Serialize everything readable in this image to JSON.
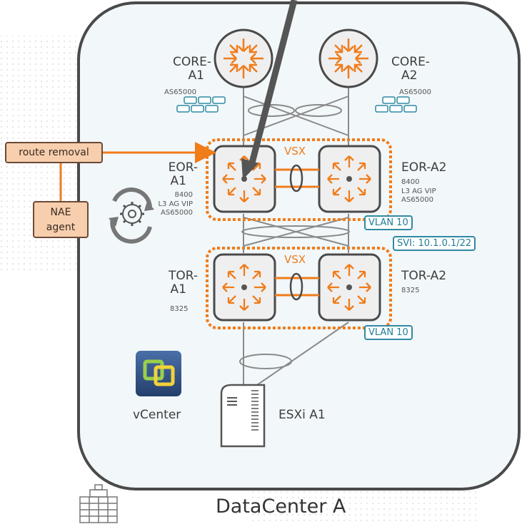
{
  "core": [
    {
      "name_line1": "CORE-",
      "name_line2": "A1",
      "asn": "AS65000"
    },
    {
      "name_line1": "CORE-",
      "name_line2": "A2",
      "asn": "AS65000"
    }
  ],
  "eor": [
    {
      "name_line1": "EOR-",
      "name_line2": "A1",
      "details": [
        "8400",
        "L3 AG VIP",
        "AS65000"
      ]
    },
    {
      "name_line1": "EOR-A2",
      "details": [
        "8400",
        "L3 AG VIP",
        "AS65000"
      ]
    }
  ],
  "tor": [
    {
      "name_line1": "TOR-",
      "name_line2": "A1",
      "model": "8325"
    },
    {
      "name_line1": "TOR-A2",
      "model": "8325"
    }
  ],
  "vsx_label": "VSX",
  "vlan_labels": [
    "VLAN 10",
    "VLAN 10"
  ],
  "svi_label": "SVI: 10.1.0.1/22",
  "route_removal_label": "route removal",
  "nae_agent_label": [
    "NAE",
    "agent"
  ],
  "vcenter_label": "vCenter",
  "esxi_label": "ESXi A1",
  "datacenter_label": "DataCenter A",
  "colors": {
    "orange": "#f07c1a",
    "teal": "#2f8aa3",
    "frame": "#4a4a4a",
    "fill": "#f2f7fa"
  }
}
